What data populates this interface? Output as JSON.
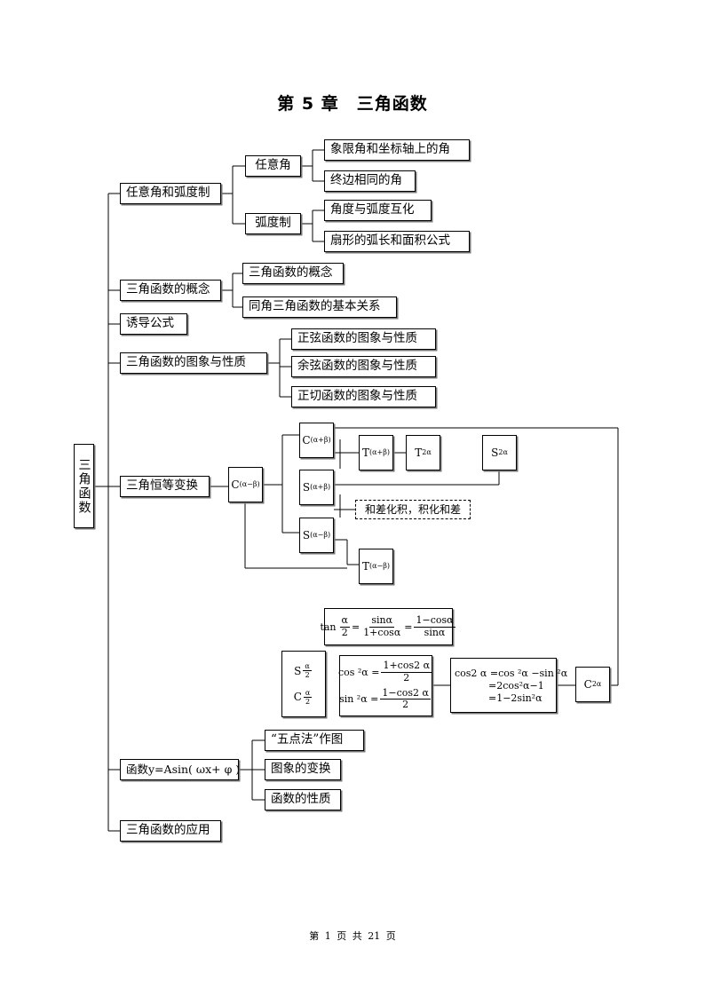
{
  "page_title": "第 5 章　三角函数",
  "root": "三角函数",
  "level1": {
    "angle_radian": "任意角和弧度制",
    "concept": "三角函数的概念",
    "induction": "诱导公式",
    "graph_props": "三角函数的图象与性质",
    "identities": "三角恒等变换",
    "func_asin": "函数y=Asin( ωx+ φ )",
    "application": "三角函数的应用"
  },
  "level2": {
    "any_angle": "任意角",
    "radian": "弧度制",
    "quadrant_angle": "象限角和坐标轴上的角",
    "coterminal": "终边相同的角",
    "deg_rad": "角度与弧度互化",
    "sector": "扇形的弧长和面积公式",
    "concept_item": "三角函数的概念",
    "same_angle": "同角三角函数的基本关系",
    "sin_graph": "正弦函数的图象与性质",
    "cos_graph": "余弦函数的图象与性质",
    "tan_graph": "正切函数的图象与性质",
    "five_point": "“五点法”作图",
    "graph_transform": "图象的变换",
    "func_props": "函数的性质"
  },
  "formulas": {
    "c_minus": {
      "main": "C",
      "sub": "(α−β)"
    },
    "c_plus": {
      "main": "C",
      "sub": "(α+β)"
    },
    "s_plus": {
      "main": "S",
      "sub": "(α+β)"
    },
    "s_minus": {
      "main": "S",
      "sub": "(α−β)"
    },
    "t_plus": {
      "main": "T",
      "sub": "(α+β)"
    },
    "t_minus": {
      "main": "T",
      "sub": "(α−β)"
    },
    "t_2a": {
      "main": "T",
      "sub": "2α"
    },
    "s_2a": {
      "main": "S",
      "sub": "2α"
    },
    "c_2a": {
      "main": "C",
      "sub": "2α"
    },
    "sum_to_product": "和差化积，积化和差",
    "s_half": {
      "main": "S",
      "sub_num": "α",
      "sub_den": "2"
    },
    "c_half": {
      "main": "C",
      "sub_num": "α",
      "sub_den": "2"
    },
    "tan_half": {
      "lhs": "tan",
      "lhs_num": "α",
      "lhs_den": "2",
      "eq1": "=",
      "f1_num": "sinα",
      "f1_den": "1+cosα",
      "eq2": "=",
      "f2_num": "1−cosα",
      "f2_den": "sinα"
    },
    "cos_sq": {
      "lhs": "cos ²α =",
      "num": "1+cos2 α",
      "den": "2"
    },
    "sin_sq": {
      "lhs": "sin ²α =",
      "num": "1−cos2 α",
      "den": "2"
    },
    "cos2a": {
      "line1": "cos2 α =cos ²α −sin ²α",
      "line2": "=2cos²α−1",
      "line3": "=1−2sin²α"
    }
  },
  "footer": "第 1 页 共 21 页"
}
